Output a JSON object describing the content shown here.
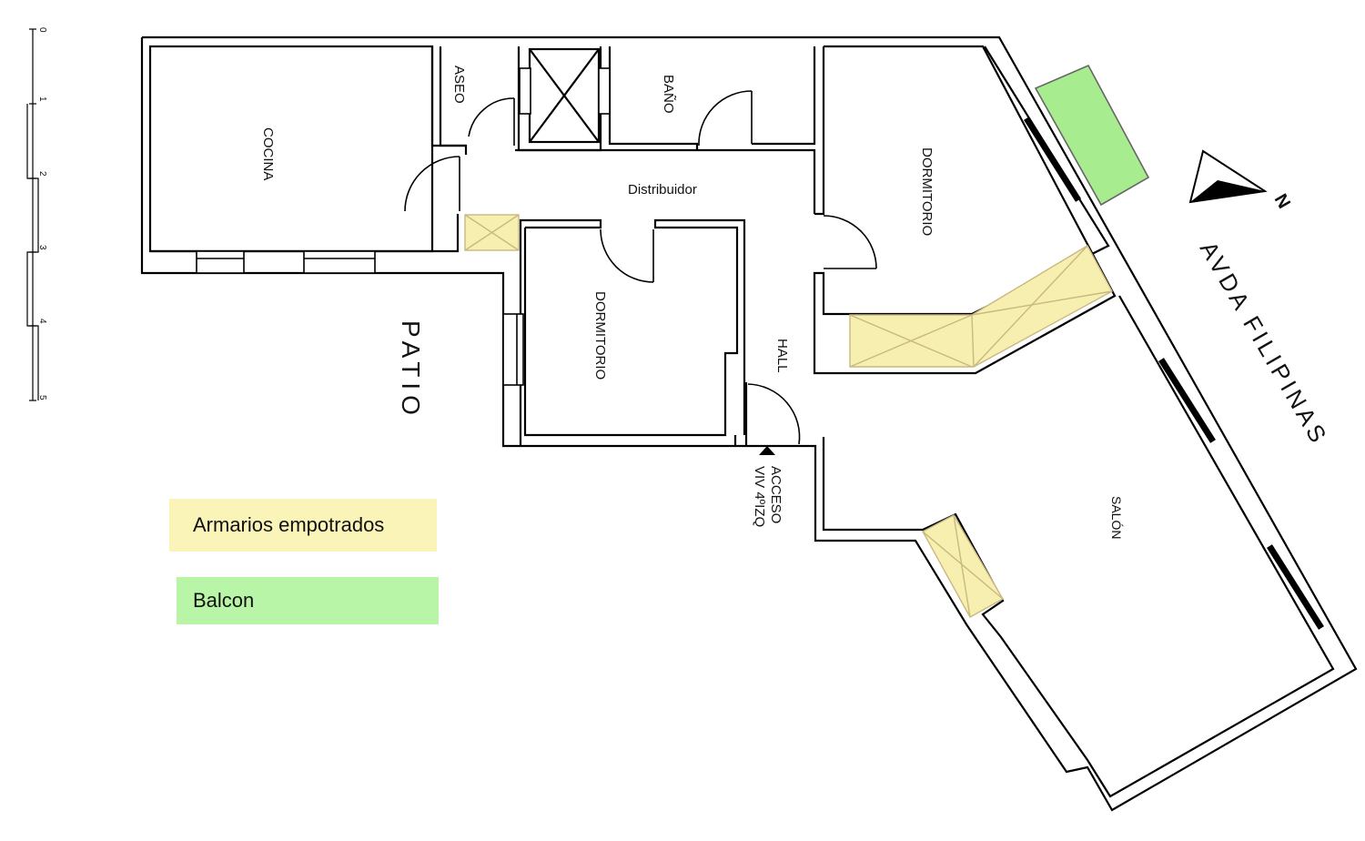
{
  "rooms": {
    "cocina": "COCINA",
    "aseo": "ASEO",
    "bano": "BAÑO",
    "distribuidor": "Distribuidor",
    "dormitorio_1": "DORMITORIO",
    "dormitorio_2": "DORMITORIO",
    "hall": "HALL",
    "salon": "SALÓN"
  },
  "patio": "PATIO",
  "street": "AVDA FILIPINAS",
  "access": {
    "line1": "ACCESO",
    "line2": "VIV 4ºIZQ"
  },
  "north": "N",
  "scale_ticks": [
    "0",
    "1",
    "2",
    "3",
    "4",
    "5"
  ],
  "legend": {
    "wardrobes": "Armarios empotrados",
    "balcony": "Balcon"
  },
  "colors": {
    "wardrobe_fill": "#f7efb0",
    "balcony_fill": "#a8ec90",
    "wall": "#000000"
  }
}
